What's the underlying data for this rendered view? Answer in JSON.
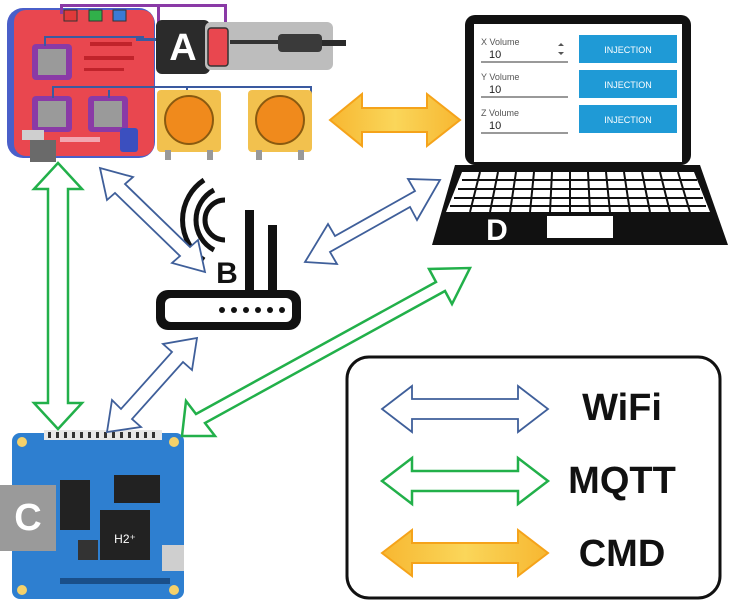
{
  "labels": {
    "a": "A",
    "b": "B",
    "c": "C",
    "d": "D"
  },
  "board_c": {
    "chip": "H2⁺"
  },
  "laptop_ui": {
    "rows": [
      {
        "label": "X Volume",
        "value": "10",
        "button": "INJECTION"
      },
      {
        "label": "Y Volume",
        "value": "10",
        "button": "INJECTION"
      },
      {
        "label": "Z Volume",
        "value": "10",
        "button": "INJECTION"
      }
    ]
  },
  "legend": {
    "items": [
      {
        "label": "WiFi",
        "color": "#3f5f9a"
      },
      {
        "label": "MQTT",
        "color": "#22b04a"
      },
      {
        "label": "CMD",
        "color": "#f5a31a"
      }
    ]
  },
  "colors": {
    "wifi": "#3f5f9a",
    "mqtt": "#22b04a",
    "cmd": "#f5a31a",
    "button_blue": "#1f9ad6",
    "board_blue": "#2e7fd0",
    "board_red": "#e8484f"
  }
}
